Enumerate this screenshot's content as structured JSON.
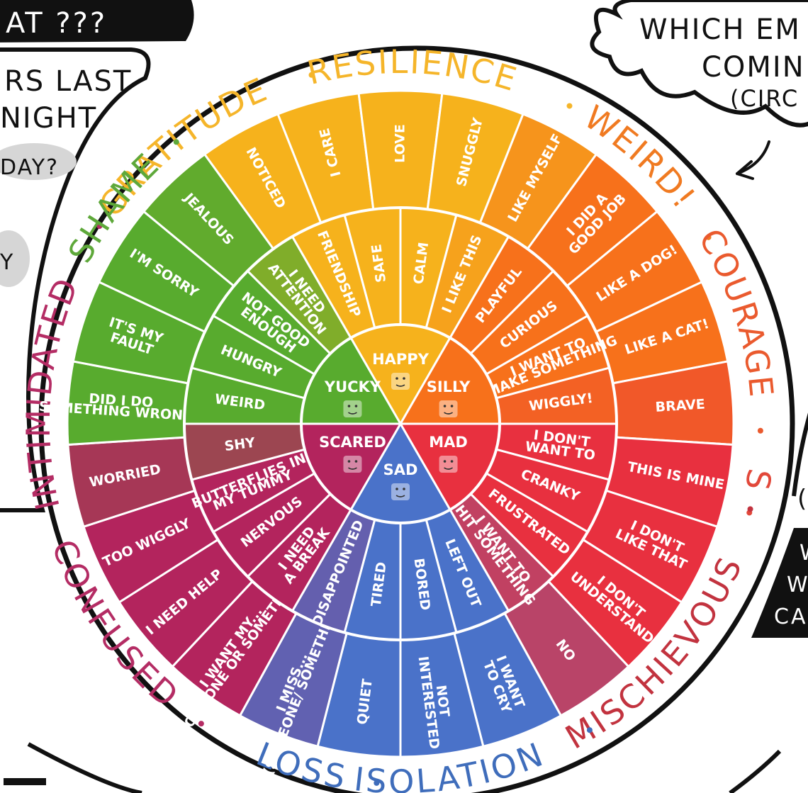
{
  "side_text": {
    "top_banner": "AT ???",
    "left_line1": "RS LAST",
    "left_line2": "NIGHT",
    "left_bubble": "DAY?",
    "left_small": "Y",
    "cloud_line1": "WHICH EM",
    "cloud_line2": "COMIN",
    "cloud_line3": "(CIRC",
    "right_paren": "(",
    "right_box_1": "W",
    "right_box_2": "W",
    "right_box_3": "CA"
  },
  "outer_ring": [
    {
      "text": "GRATITUDE",
      "color": "#f5b52a"
    },
    {
      "text": "RESILIENCE",
      "color": "#f5b52a"
    },
    {
      "text": "WEIRD!",
      "color": "#f07a21"
    },
    {
      "text": "COURAGE",
      "color": "#ea5a2e"
    },
    {
      "text": "S",
      "color": "#e2483a"
    },
    {
      "text": "MISCHIEVOUS",
      "color": "#c2333f"
    },
    {
      "text": "ISOLATION",
      "color": "#3f6dbb"
    },
    {
      "text": "LOSS",
      "color": "#3f6dbb"
    },
    {
      "text": "CONFUSED",
      "color": "#b42c64"
    },
    {
      "text": "INTIMIDATED",
      "color": "#b42c64"
    },
    {
      "text": "SHAME",
      "color": "#5ea83a"
    }
  ],
  "core": [
    {
      "label": "HAPPY",
      "color": "#f6b21c"
    },
    {
      "label": "SILLY",
      "color": "#f7711b"
    },
    {
      "label": "MAD",
      "color": "#e8303f"
    },
    {
      "label": "SAD",
      "color": "#4a72c9"
    },
    {
      "label": "SCARED",
      "color": "#b3245d"
    },
    {
      "label": "YUCKY",
      "color": "#58ab2e"
    }
  ],
  "middle": [
    "SAFE",
    "CALM",
    "I LIKE THIS",
    "PLAYFUL",
    "CURIOUS",
    "I WANT TO MAKE SOMETHING",
    "WIGGLY!",
    "I DON'T WANT TO",
    "CRANKY",
    "FRUSTRATED",
    "I WANT TO HIT SOMETHING",
    "LEFT OUT",
    "BORED",
    "TIRED",
    "DISAPPOINTED",
    "I NEED A BREAK",
    "NERVOUS",
    "BUTTERFLIES IN MY TUMMY",
    "SHY",
    "WEIRD",
    "HUNGRY",
    "NOT GOOD ENOUGH",
    "I NEED ATTENTION",
    "FRIENDSHIP"
  ],
  "outer": [
    "I CARE",
    "LOVE",
    "SNUGGLY",
    "LIKE MYSELF",
    "I DID A GOOD JOB",
    "LIKE A DOG!",
    "LIKE A CAT!",
    "BRAVE",
    "THIS IS MINE",
    "I DON'T LIKE THAT",
    "I DON'T UNDERSTAND",
    "NO",
    "I WANT TO CRY",
    "NOT INTERESTED",
    "QUIET",
    "I MISS... (SOMEONE/ SOMETHING)",
    "I WANT MY... (SOMEONE OR SOMETHING)",
    "I NEED HELP",
    "TOO WIGGLY",
    "WORRIED",
    "DID I DO SOMETHING WRONG?",
    "IT'S MY FAULT",
    "I'M SORRY",
    "JEALOUS",
    "NOTICED"
  ]
}
